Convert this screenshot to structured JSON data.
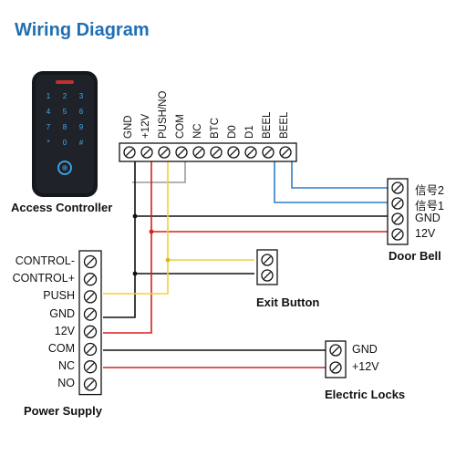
{
  "title": "Wiring Diagram",
  "access_controller": {
    "caption": "Access Controller",
    "terminals": [
      "GND",
      "+12V",
      "PUSH/NO",
      "COM",
      "NC",
      "BTC",
      "D0",
      "D1",
      "BEEL",
      "BEEL"
    ],
    "keypad_keys": [
      "1",
      "2",
      "3",
      "4",
      "5",
      "6",
      "7",
      "8",
      "9",
      "*",
      "0",
      "#"
    ]
  },
  "door_bell": {
    "caption": "Door Bell",
    "terminals": [
      "信号2",
      "信号1",
      "GND",
      "12V"
    ]
  },
  "exit_button": {
    "caption": "Exit Button"
  },
  "power_supply": {
    "caption": "Power Supply",
    "terminals": [
      "CONTROL-",
      "CONTROL+",
      "PUSH",
      "GND",
      "12V",
      "COM",
      "NC",
      "NO"
    ]
  },
  "electric_locks": {
    "caption": "Electric Locks",
    "terminals": [
      "GND",
      "+12V"
    ]
  },
  "colors": {
    "title": "#1f6fb2",
    "black_wire": "#111111",
    "red_wire": "#d42020",
    "yellow_wire": "#f2d233",
    "blue_wire": "#2f7fc8",
    "gray_wire": "#9a9a9a",
    "keypad_body": "#15181c",
    "key_glow": "#3fa9f5"
  }
}
